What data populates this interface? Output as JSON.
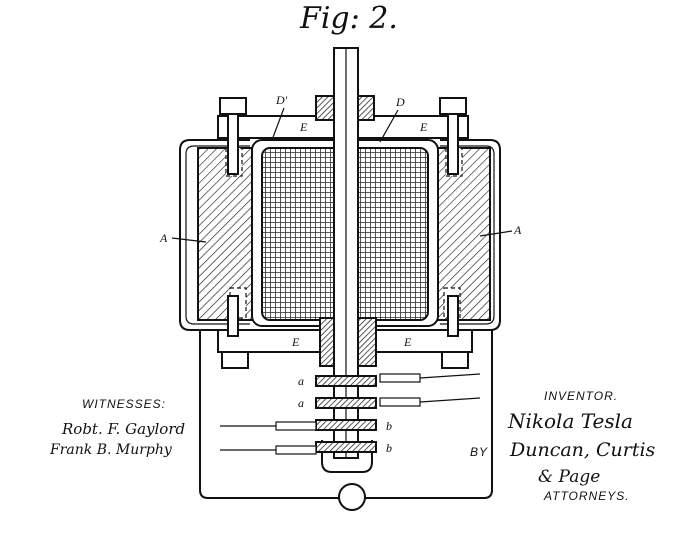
{
  "figure_title": "Fig: 2.",
  "labels": {
    "d_prime": "D'",
    "d": "D",
    "e_left": "E",
    "e_right": "E",
    "e_bottom_left": "E",
    "e_bottom_right": "E",
    "a_left": "A",
    "a_right": "A",
    "a1": "a",
    "a2": "a",
    "b1": "b",
    "b2": "b"
  },
  "witnesses": {
    "heading": "WITNESSES:",
    "names": [
      "Robt. F. Gaylord",
      "Frank B. Murphy"
    ]
  },
  "inventor": {
    "heading": "INVENTOR.",
    "name": "Nikola Tesla"
  },
  "by": "BY",
  "attorneys": {
    "names": [
      "Duncan, Curtis",
      "& Page"
    ],
    "label": "ATTORNEYS."
  }
}
